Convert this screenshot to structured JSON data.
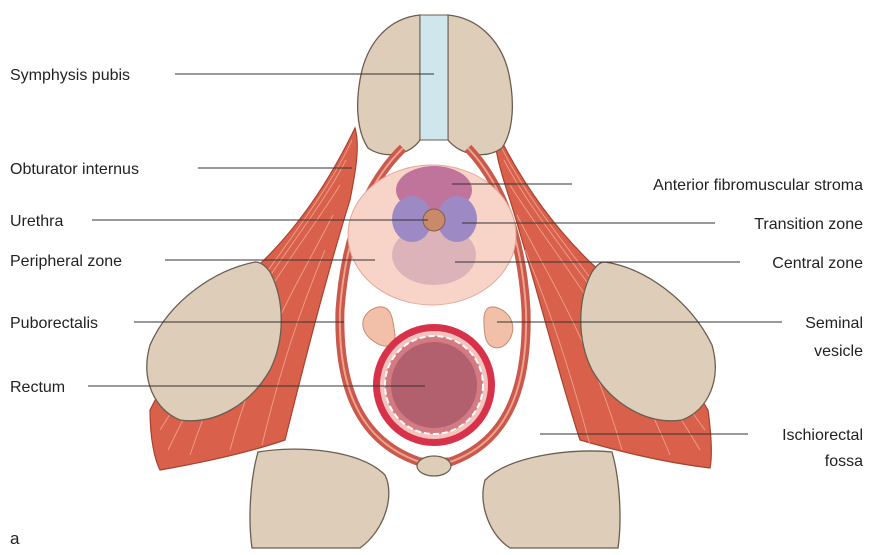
{
  "labels": {
    "symphysis_pubis": "Symphysis pubis",
    "obturator_internus": "Obturator internus",
    "urethra": "Urethra",
    "peripheral_zone": "Peripheral zone",
    "puborectalis": "Puborectalis",
    "rectum": "Rectum",
    "anterior_fibromuscular_stroma": "Anterior fibromuscular stroma",
    "transition_zone": "Transition zone",
    "central_zone": "Central zone",
    "seminal_vesicle_line1": "Seminal",
    "seminal_vesicle_line2": "vesicle",
    "ischiorectal_fossa_line1": "Ischiorectal",
    "ischiorectal_fossa_line2": "fossa",
    "panel_letter": "a"
  },
  "colors": {
    "bone": "#ddcdb9",
    "muscle": "#d9604a",
    "symphysis_cartilage": "#cfe6ec",
    "peripheral_zone": "#f7d3c8",
    "central_zone": "#dcb3b8",
    "transition_zone": "#9d89c4",
    "anterior_stroma": "#c0739b",
    "urethra": "#c98a6a",
    "rectum_lumen": "#b25f6e",
    "rectum_wall": "#d8324a"
  }
}
